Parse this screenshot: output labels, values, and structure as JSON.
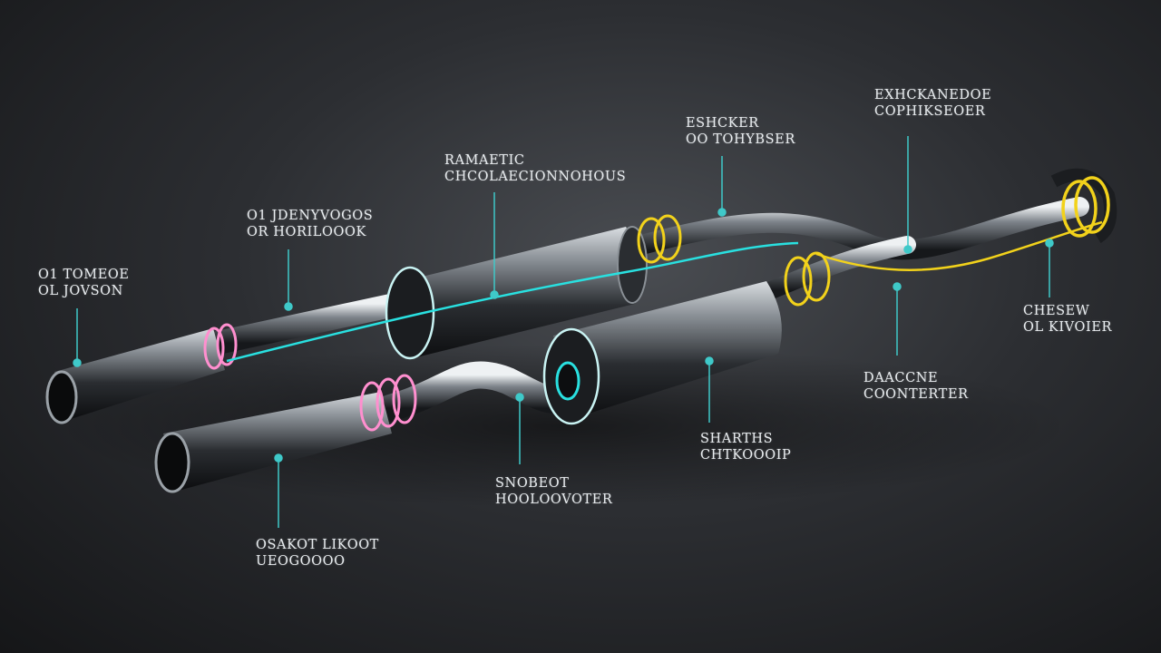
{
  "callouts": [
    {
      "id": "top-left-tip",
      "lines": [
        "O1 TOMEOE",
        "OL JOVSON"
      ]
    },
    {
      "id": "left-pipe",
      "lines": [
        "O1 JDENYVOGOS",
        "OR HORILOOOK"
      ]
    },
    {
      "id": "front-muffler",
      "lines": [
        "RAMAETIC",
        "CHCOLAECIONNOHOUS"
      ]
    },
    {
      "id": "upper-bend",
      "lines": [
        "ESHCKER",
        "OO TOHYBSER"
      ]
    },
    {
      "id": "top-right",
      "lines": [
        "EXHCKANEDOE",
        "COPHIKSEOER"
      ]
    },
    {
      "id": "right-pipe",
      "lines": [
        "CHESEW",
        "OL KIVOIER"
      ]
    },
    {
      "id": "center-pipe",
      "lines": [
        "DAACCNE",
        "COONTERTER"
      ]
    },
    {
      "id": "rear-muffler",
      "lines": [
        "SHARTHS",
        "CHTKOOOIP"
      ]
    },
    {
      "id": "lower-joint",
      "lines": [
        "SNOBEOT",
        "HOOLOOVOTER"
      ]
    },
    {
      "id": "bottom-tip",
      "lines": [
        "OSAKOT LIKOOT",
        "UEOGOOOO"
      ]
    }
  ],
  "colors": {
    "background": "#2c2e32",
    "accent_cyan": "#29e0e0",
    "accent_yellow": "#f2d21b",
    "accent_pink": "#ff8fcf",
    "leader": "#3fc9c9"
  }
}
